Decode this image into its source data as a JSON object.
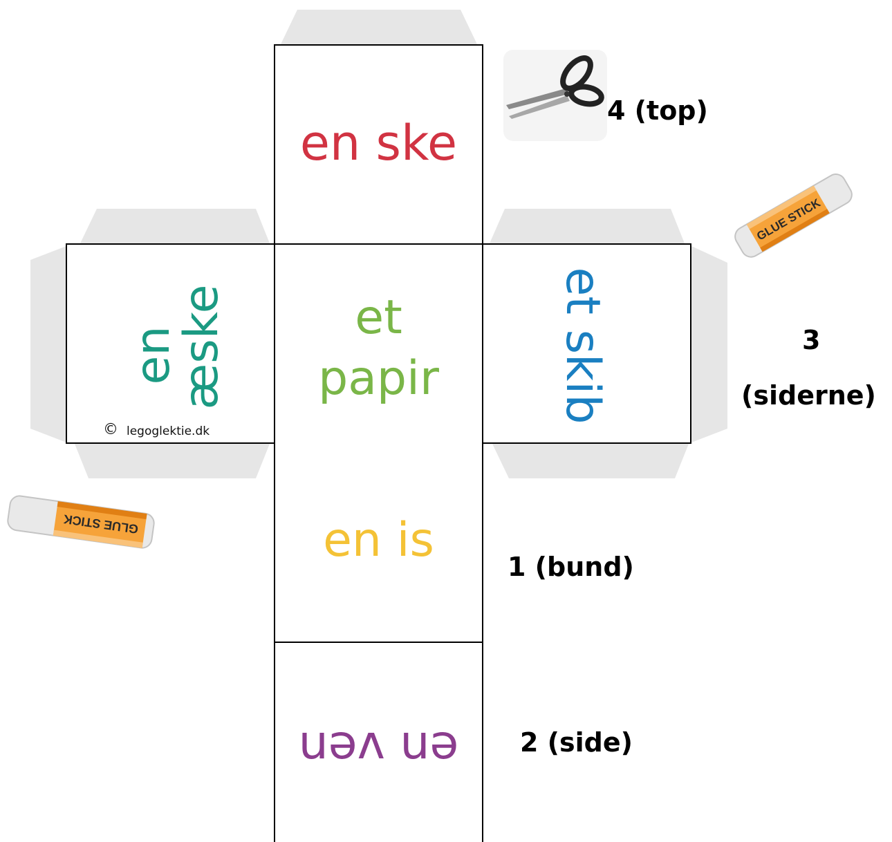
{
  "faces": {
    "top": {
      "text": "en ske",
      "color": "#d13342"
    },
    "left": {
      "line1": "en",
      "line2": "æske",
      "color": "#1b9a82"
    },
    "center": {
      "line1": "et",
      "line2": "papir",
      "color": "#7ab648"
    },
    "right": {
      "text": "et skib",
      "color": "#1a7fc1"
    },
    "lower": {
      "text": "en is",
      "color": "#f4c236"
    },
    "bottom": {
      "text": "en ven",
      "color": "#8b3d8e"
    }
  },
  "labels": {
    "top": "4 (top)",
    "sides_number": "3",
    "sides_word": "(siderne)",
    "bottom": "1 (bund)",
    "side": "2 (side)"
  },
  "copyright": {
    "symbol": "©",
    "text": "legoglektie.dk"
  },
  "glue_stick": {
    "label": "GLUE STICK"
  },
  "colors": {
    "tab": "#e6e6e6",
    "outline": "#000000"
  },
  "icons": [
    "scissors-icon",
    "glue-stick-icon"
  ]
}
